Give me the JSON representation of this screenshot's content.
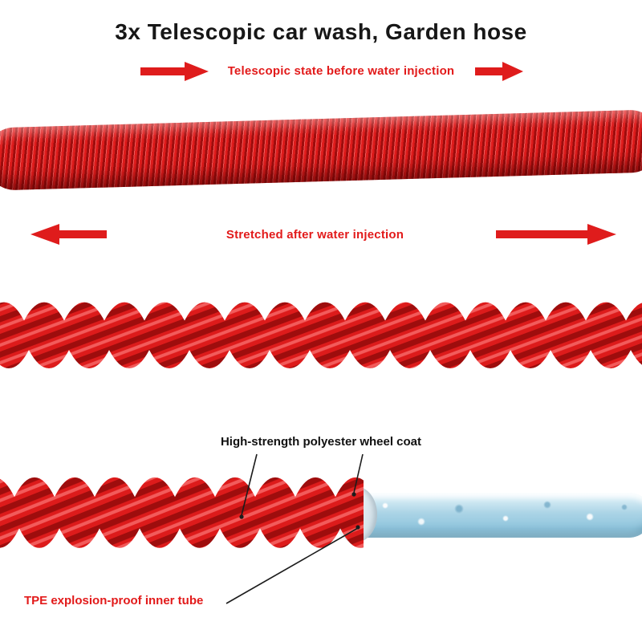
{
  "title": "3x Telescopic car wash, Garden hose",
  "labels": {
    "before_injection": "Telescopic state before water injection",
    "after_injection": "Stretched after water injection",
    "outer_coat": "High-strength polyester wheel coat",
    "inner_tube": "TPE explosion-proof inner tube"
  },
  "colors": {
    "title_black": "#171717",
    "label_red": "#e21a1a",
    "arrow_red": "#df1c1c",
    "hose_red": "#dd1b1b",
    "hose_red_dark": "#9e0d0d",
    "hose_red_light": "#f25b5b",
    "tube_blue_light": "#eaf7fc",
    "tube_blue": "#abd4e6",
    "tube_blue_dark": "#8fc5dd",
    "annotation_line": "#1c1c1c"
  }
}
